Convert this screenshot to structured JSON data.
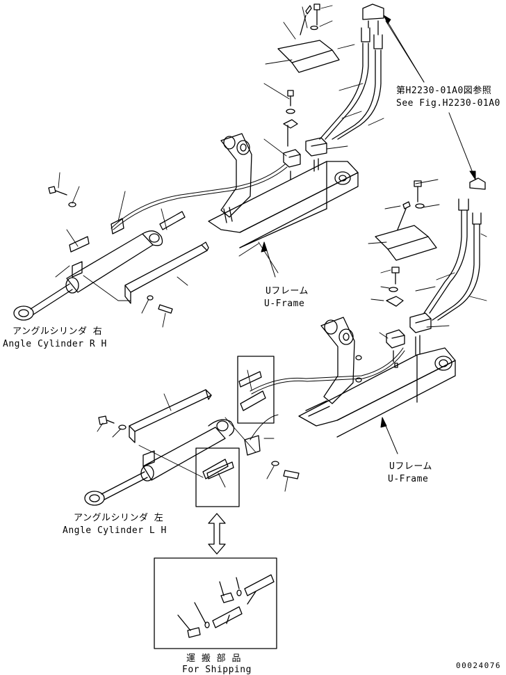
{
  "ref_note": {
    "jp": "第H2230-01A0図参照",
    "en": "See Fig.H2230-01A0"
  },
  "labels": {
    "uframe_upper_jp": "Uフレーム",
    "uframe_upper_en": "U-Frame",
    "uframe_lower_jp": "Uフレーム",
    "uframe_lower_en": "U-Frame",
    "cyl_rh_jp": "アングルシリンダ 右",
    "cyl_rh_en": "Angle Cylinder R H",
    "cyl_lh_jp": "アングルシリンダ 左",
    "cyl_lh_en": "Angle Cylinder L H",
    "shipping_jp": "運 搬 部 品",
    "shipping_en": "For Shipping"
  },
  "drawing_number": "00024076",
  "colors": {
    "ink": "#000000",
    "paper": "#ffffff"
  }
}
